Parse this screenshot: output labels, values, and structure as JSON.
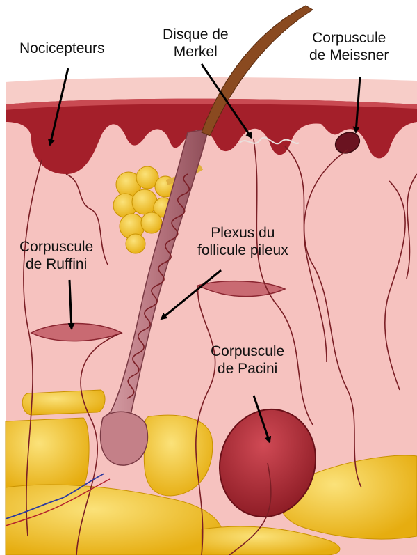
{
  "labels": {
    "nociceptors": [
      "Nocicepteurs"
    ],
    "merkel": [
      "Disque de",
      "Merkel"
    ],
    "meissner": [
      "Corpuscule",
      "de Meissner"
    ],
    "ruffini": [
      "Corpuscule",
      "de Ruffini"
    ],
    "follicle_plexus": [
      "Plexus du",
      "follicule pileux"
    ],
    "pacini": [
      "Corpuscule",
      "de Pacini"
    ]
  },
  "colors": {
    "background": "#ffffff",
    "skin_surface": "#f6c9c4",
    "epidermis": "#a8202a",
    "dermis": "#f6c2bf",
    "hypodermis_fat": "#f0c22a",
    "hair_shaft": "#8a4a20",
    "follicle": "#b7777f",
    "nerve": "#7a1e25",
    "arrow": "#000000",
    "label_text": "#111111"
  }
}
